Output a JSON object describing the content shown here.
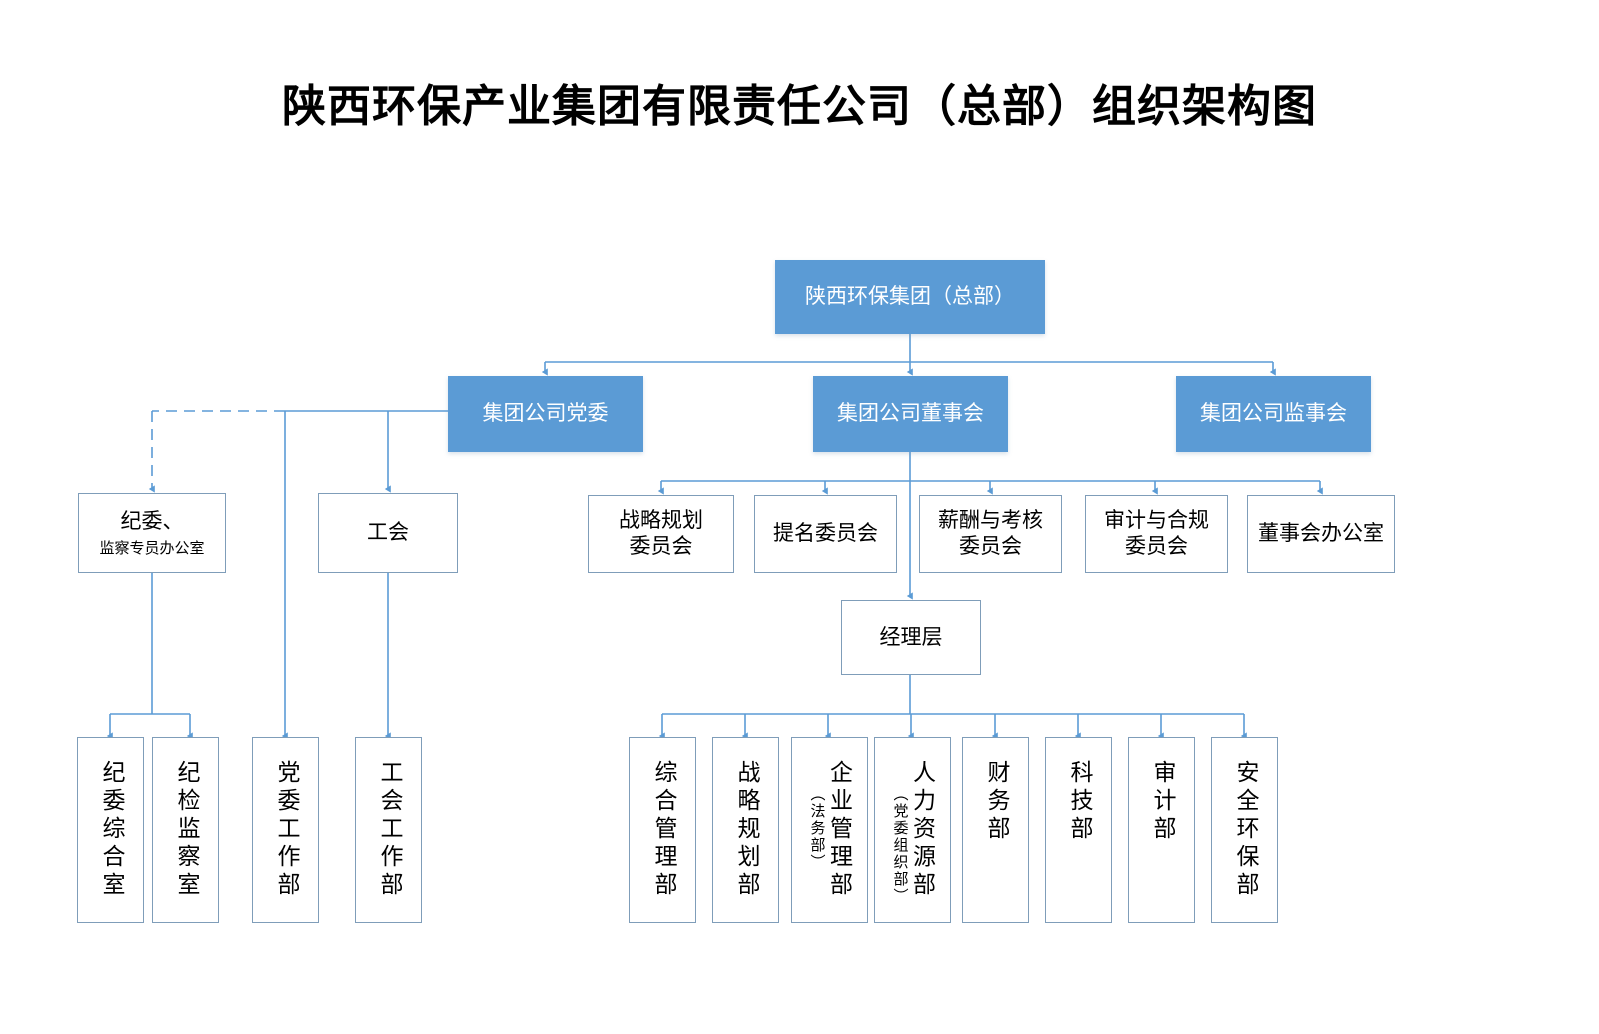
{
  "title": "陕西环保产业集团有限责任公司（总部）组织架构图",
  "colors": {
    "box_fill": "#5B9BD5",
    "box_text": "#FFFFFF",
    "outline_border": "#7F9DB9",
    "connector": "#5B9BD5",
    "background": "#FFFFFF"
  },
  "root": {
    "label": "陕西环保集团（总部）"
  },
  "level2": [
    {
      "label": "集团公司党委"
    },
    {
      "label": "集团公司董事会"
    },
    {
      "label": "集团公司监事会"
    }
  ],
  "party_branch": {
    "discipline": {
      "line1": "纪委、",
      "line2": "监察专员办公室"
    },
    "union": {
      "label": "工会"
    }
  },
  "committees": [
    {
      "line1": "战略规划",
      "line2": "委员会"
    },
    {
      "line1": "提名委员会",
      "line2": ""
    },
    {
      "line1": "薪酬与考核",
      "line2": "委员会"
    },
    {
      "line1": "审计与合规",
      "line2": "委员会"
    },
    {
      "line1": "董事会办公室",
      "line2": ""
    }
  ],
  "management": {
    "label": "经理层"
  },
  "left_units": [
    {
      "main": "纪委综合室",
      "sub": ""
    },
    {
      "main": "纪检监察室",
      "sub": ""
    },
    {
      "main": "党委工作部",
      "sub": ""
    },
    {
      "main": "工会工作部",
      "sub": ""
    }
  ],
  "departments": [
    {
      "main": "综合管理部",
      "sub": ""
    },
    {
      "main": "战略规划部",
      "sub": ""
    },
    {
      "main": "企业管理部",
      "sub": "（法务部）"
    },
    {
      "main": "人力资源部",
      "sub": "（党委组织部）"
    },
    {
      "main": "财务部",
      "sub": ""
    },
    {
      "main": "科技部",
      "sub": ""
    },
    {
      "main": "审计部",
      "sub": ""
    },
    {
      "main": "安全环保部",
      "sub": ""
    }
  ],
  "chart_data": {
    "type": "diagram",
    "diagram_type": "organization-chart",
    "title": "陕西环保产业集团有限责任公司（总部）组织架构图",
    "nodes": [
      {
        "id": "root",
        "label": "陕西环保集团（总部）",
        "level": 0,
        "style": "filled"
      },
      {
        "id": "party",
        "label": "集团公司党委",
        "level": 1,
        "style": "filled"
      },
      {
        "id": "board",
        "label": "集团公司董事会",
        "level": 1,
        "style": "filled"
      },
      {
        "id": "supervisors",
        "label": "集团公司监事会",
        "level": 1,
        "style": "filled"
      },
      {
        "id": "discipline",
        "label": "纪委、监察专员办公室",
        "level": 2,
        "style": "outline"
      },
      {
        "id": "union",
        "label": "工会",
        "level": 2,
        "style": "outline"
      },
      {
        "id": "strategy-cmt",
        "label": "战略规划委员会",
        "level": 2,
        "style": "outline"
      },
      {
        "id": "nomination-cmt",
        "label": "提名委员会",
        "level": 2,
        "style": "outline"
      },
      {
        "id": "comp-cmt",
        "label": "薪酬与考核委员会",
        "level": 2,
        "style": "outline"
      },
      {
        "id": "audit-cmt",
        "label": "审计与合规委员会",
        "level": 2,
        "style": "outline"
      },
      {
        "id": "board-office",
        "label": "董事会办公室",
        "level": 2,
        "style": "outline"
      },
      {
        "id": "management",
        "label": "经理层",
        "level": 3,
        "style": "outline"
      },
      {
        "id": "jw-office",
        "label": "纪委综合室",
        "level": 4,
        "style": "outline"
      },
      {
        "id": "jj-office",
        "label": "纪检监察室",
        "level": 4,
        "style": "outline"
      },
      {
        "id": "party-work",
        "label": "党委工作部",
        "level": 4,
        "style": "outline"
      },
      {
        "id": "union-work",
        "label": "工会工作部",
        "level": 4,
        "style": "outline"
      },
      {
        "id": "general-mgmt",
        "label": "综合管理部",
        "level": 4,
        "style": "outline"
      },
      {
        "id": "strategy-dept",
        "label": "战略规划部",
        "level": 4,
        "style": "outline"
      },
      {
        "id": "enterprise-mgmt",
        "label": "企业管理部（法务部）",
        "level": 4,
        "style": "outline"
      },
      {
        "id": "hr",
        "label": "人力资源部（党委组织部）",
        "level": 4,
        "style": "outline"
      },
      {
        "id": "finance",
        "label": "财务部",
        "level": 4,
        "style": "outline"
      },
      {
        "id": "tech",
        "label": "科技部",
        "level": 4,
        "style": "outline"
      },
      {
        "id": "audit-dept",
        "label": "审计部",
        "level": 4,
        "style": "outline"
      },
      {
        "id": "safety-env",
        "label": "安全环保部",
        "level": 4,
        "style": "outline"
      }
    ],
    "edges": [
      {
        "from": "root",
        "to": "party",
        "style": "solid"
      },
      {
        "from": "root",
        "to": "board",
        "style": "solid"
      },
      {
        "from": "root",
        "to": "supervisors",
        "style": "solid"
      },
      {
        "from": "party",
        "to": "discipline",
        "style": "dashed"
      },
      {
        "from": "party",
        "to": "union",
        "style": "solid"
      },
      {
        "from": "party",
        "to": "party-work",
        "style": "solid"
      },
      {
        "from": "discipline",
        "to": "jw-office",
        "style": "solid"
      },
      {
        "from": "discipline",
        "to": "jj-office",
        "style": "solid"
      },
      {
        "from": "union",
        "to": "union-work",
        "style": "solid"
      },
      {
        "from": "board",
        "to": "strategy-cmt",
        "style": "solid"
      },
      {
        "from": "board",
        "to": "nomination-cmt",
        "style": "solid"
      },
      {
        "from": "board",
        "to": "comp-cmt",
        "style": "solid"
      },
      {
        "from": "board",
        "to": "audit-cmt",
        "style": "solid"
      },
      {
        "from": "board",
        "to": "board-office",
        "style": "solid"
      },
      {
        "from": "board",
        "to": "management",
        "style": "solid"
      },
      {
        "from": "management",
        "to": "general-mgmt",
        "style": "solid"
      },
      {
        "from": "management",
        "to": "strategy-dept",
        "style": "solid"
      },
      {
        "from": "management",
        "to": "enterprise-mgmt",
        "style": "solid"
      },
      {
        "from": "management",
        "to": "hr",
        "style": "solid"
      },
      {
        "from": "management",
        "to": "finance",
        "style": "solid"
      },
      {
        "from": "management",
        "to": "tech",
        "style": "solid"
      },
      {
        "from": "management",
        "to": "audit-dept",
        "style": "solid"
      },
      {
        "from": "management",
        "to": "safety-env",
        "style": "solid"
      }
    ]
  }
}
